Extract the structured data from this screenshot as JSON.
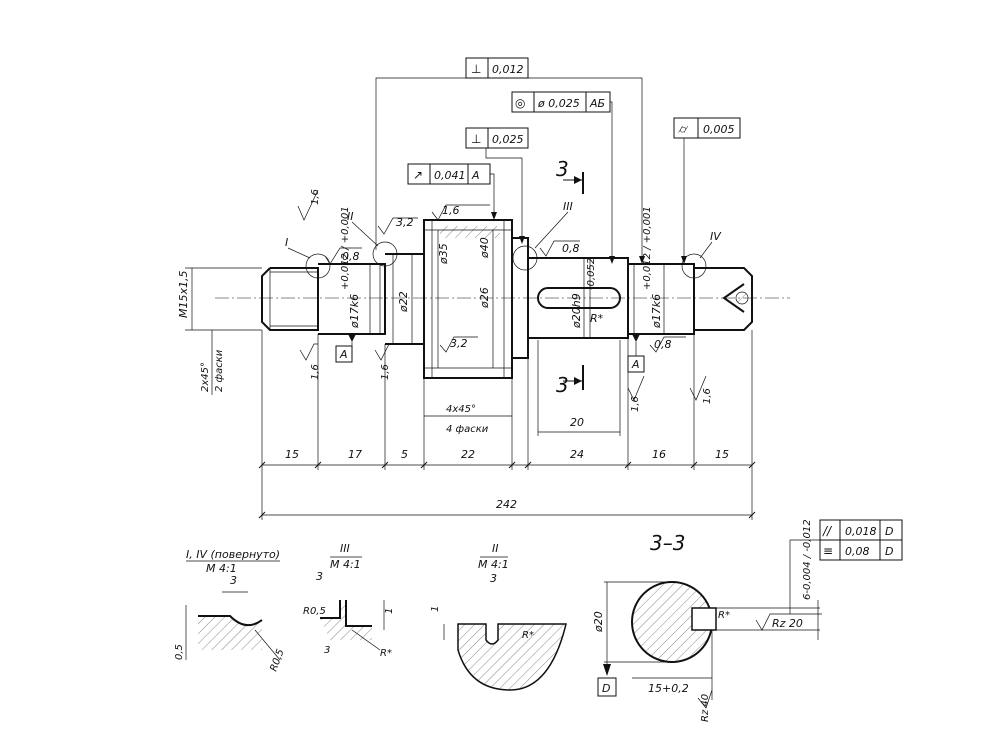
{
  "sheet": {
    "dims": {
      "d15": "15",
      "d17": "17",
      "d5": "5",
      "d22": "22",
      "d24": "24",
      "d16": "16",
      "d15b": "15",
      "total": "242",
      "key20": "20"
    },
    "diameters": {
      "thread": "M15x1,5",
      "journal_left": "ø17k6",
      "journal_left_tol": "+0,012 / +0,001",
      "d22": "ø22",
      "d35": "ø35",
      "d26": "ø26",
      "d40": "ø40",
      "keyshaft": "ø20h9",
      "keyshaft_tol": "-0,052",
      "journal_right": "ø17k6",
      "journal_right_tol": "+0,012 / +0,001"
    },
    "chamfers": {
      "left_value": "2x45°",
      "left_note": "2 фаски",
      "gear_value": "4x45°",
      "gear_note": "4 фаски"
    },
    "roughness": {
      "r16_a": "1,6",
      "r08_a": "0,8",
      "r32": "3,2",
      "r16_b": "1,6",
      "r16_c": "1,6",
      "r16_d": "1,6",
      "r32_b": "3,2",
      "r08_b": "0,8",
      "r16_e": "1,6",
      "r08_c": "0,8",
      "r16_f": "1,6"
    },
    "datums": {
      "a_left": "А",
      "a_right": "А",
      "d": "D"
    },
    "tolerance_frames": {
      "perp_top": {
        "symbol": "⊥",
        "value": "0,012"
      },
      "coax": {
        "symbol": "◎",
        "value": "ø 0,025",
        "datum": "АБ"
      },
      "perp_mid": {
        "symbol": "⊥",
        "value": "0,025"
      },
      "runout": {
        "symbol": "↗",
        "value": "0,041",
        "datum": "А"
      },
      "cyl": {
        "symbol": "⌭",
        "value": "0,005"
      },
      "parallel": {
        "symbol": "//",
        "value": "0,018",
        "datum": "D"
      },
      "symmetry": {
        "symbol": "≡",
        "value": "0,08",
        "datum": "D"
      }
    },
    "marks": {
      "view_i": "I",
      "view_ii": "II",
      "view_iii": "III",
      "view_iv": "IV",
      "section_mark_top": "3",
      "section_mark_bottom": "3",
      "r_star": "R*"
    },
    "details": {
      "d1_title": "I, IV (повернуто)",
      "d1_scale": "М 4:1",
      "d1_dim3": "3",
      "d1_dim05": "0,5",
      "d1_r": "R0,5",
      "d2_title": "III",
      "d2_scale": "М 4:1",
      "d2_dim3": "3",
      "d2_r05": "R0,5",
      "d2_dim1": "1",
      "d2_dim3b": "3",
      "d2_rstar": "R*",
      "d3_title": "II",
      "d3_scale": "М 4:1",
      "d3_dim3": "3",
      "d3_dim1": "1",
      "d3_rstar": "R*"
    },
    "section": {
      "title": "3–3",
      "diam": "ø20",
      "key_width": "6-0,004 / -0,012",
      "depth": "15+0,2",
      "rz20": "Rz 20",
      "rz40": "Rz 40",
      "rstar": "R*"
    }
  }
}
